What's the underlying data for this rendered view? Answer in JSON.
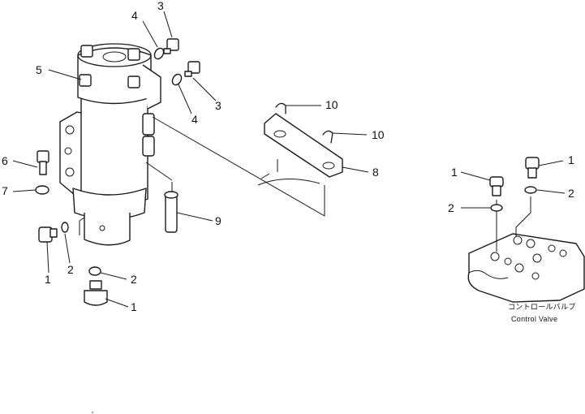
{
  "labels": {
    "l1a": "1",
    "l1b": "1",
    "l1c": "1",
    "l1d": "1",
    "l2a": "2",
    "l2b": "2",
    "l2c": "2",
    "l2d": "2",
    "l3a": "3",
    "l3b": "3",
    "l4a": "4",
    "l4b": "4",
    "l5": "5",
    "l6": "6",
    "l7": "7",
    "l8": "8",
    "l9": "9",
    "l10a": "10",
    "l10b": "10"
  },
  "caption": {
    "jp": "コントロールバルブ",
    "en": "Control Valve"
  }
}
